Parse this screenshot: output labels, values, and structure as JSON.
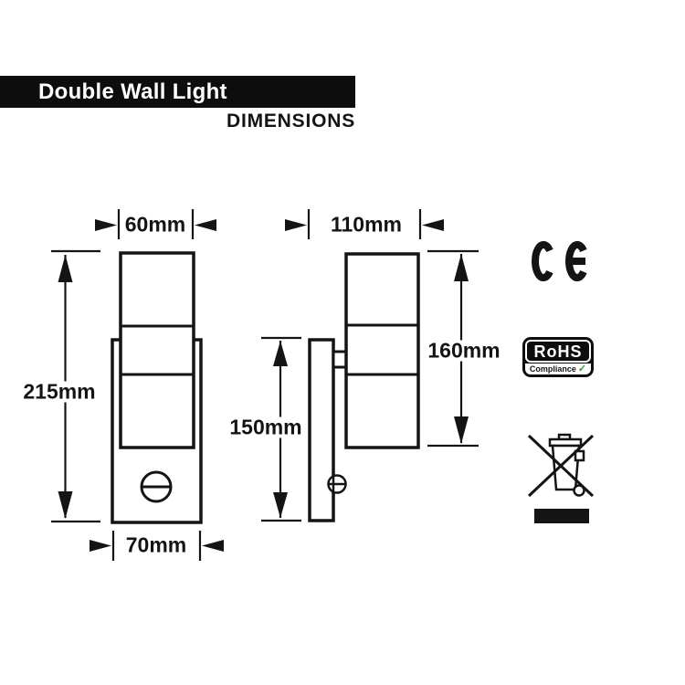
{
  "header": {
    "title": "Double Wall Light",
    "subtitle": "DIMENSIONS"
  },
  "front_view": {
    "top_width": "60mm",
    "overall_height": "215mm",
    "base_width": "70mm"
  },
  "side_view": {
    "depth": "110mm",
    "body_height": "160mm",
    "plate_height": "150mm"
  },
  "badges": {
    "ce": "CE",
    "rohs_title": "RoHS",
    "rohs_subtitle": "Compliance",
    "rohs_check": "✓"
  },
  "colors": {
    "ink": "#141414",
    "banner": "#0d0d0d",
    "check_green": "#1f9e3c"
  }
}
